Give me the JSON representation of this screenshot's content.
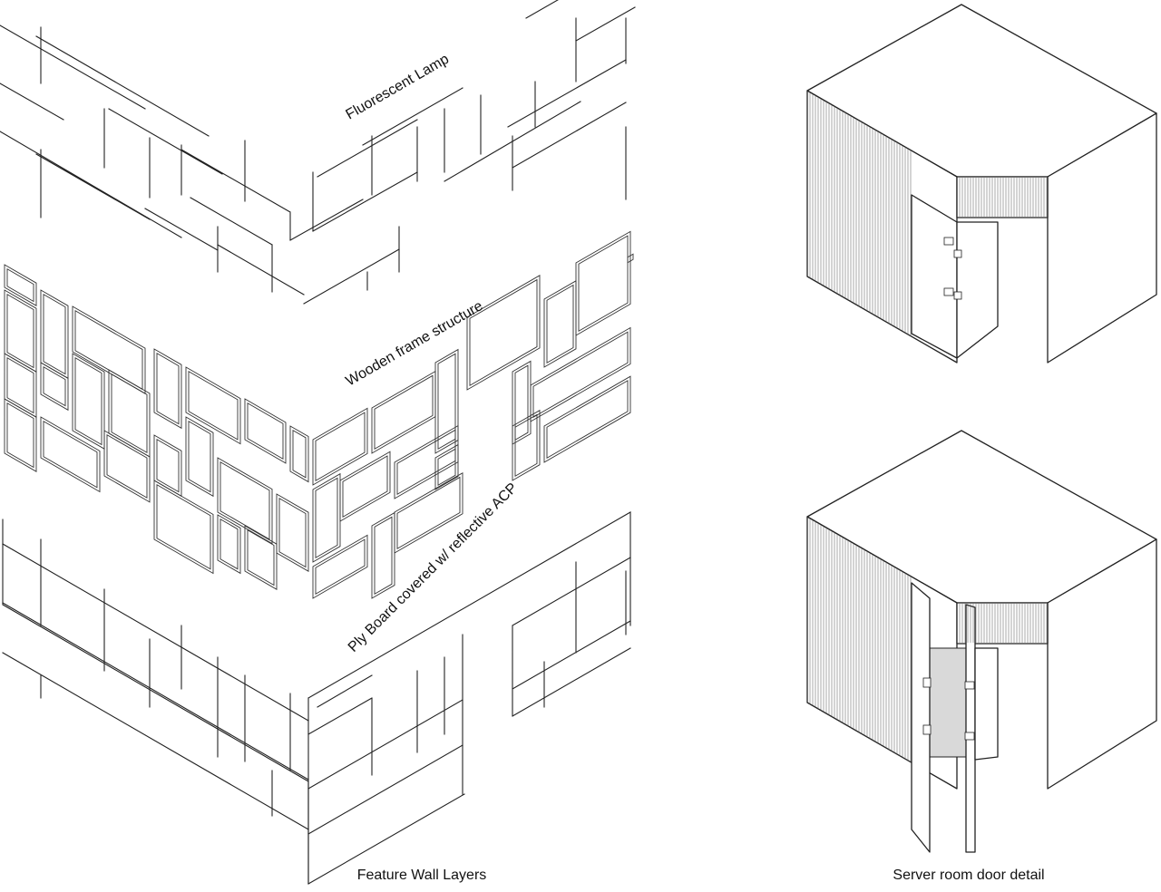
{
  "diagram": {
    "layer_labels": {
      "lamp": "Fluorescent Lamp",
      "frame": "Wooden frame structure",
      "board": "Ply Board covered w/ reflective ACP"
    },
    "captions": {
      "left": "Feature Wall Layers",
      "right": "Server room door detail"
    },
    "colors": {
      "line": "#222222",
      "background": "#ffffff",
      "door_opening": "#d9d9d9"
    }
  }
}
